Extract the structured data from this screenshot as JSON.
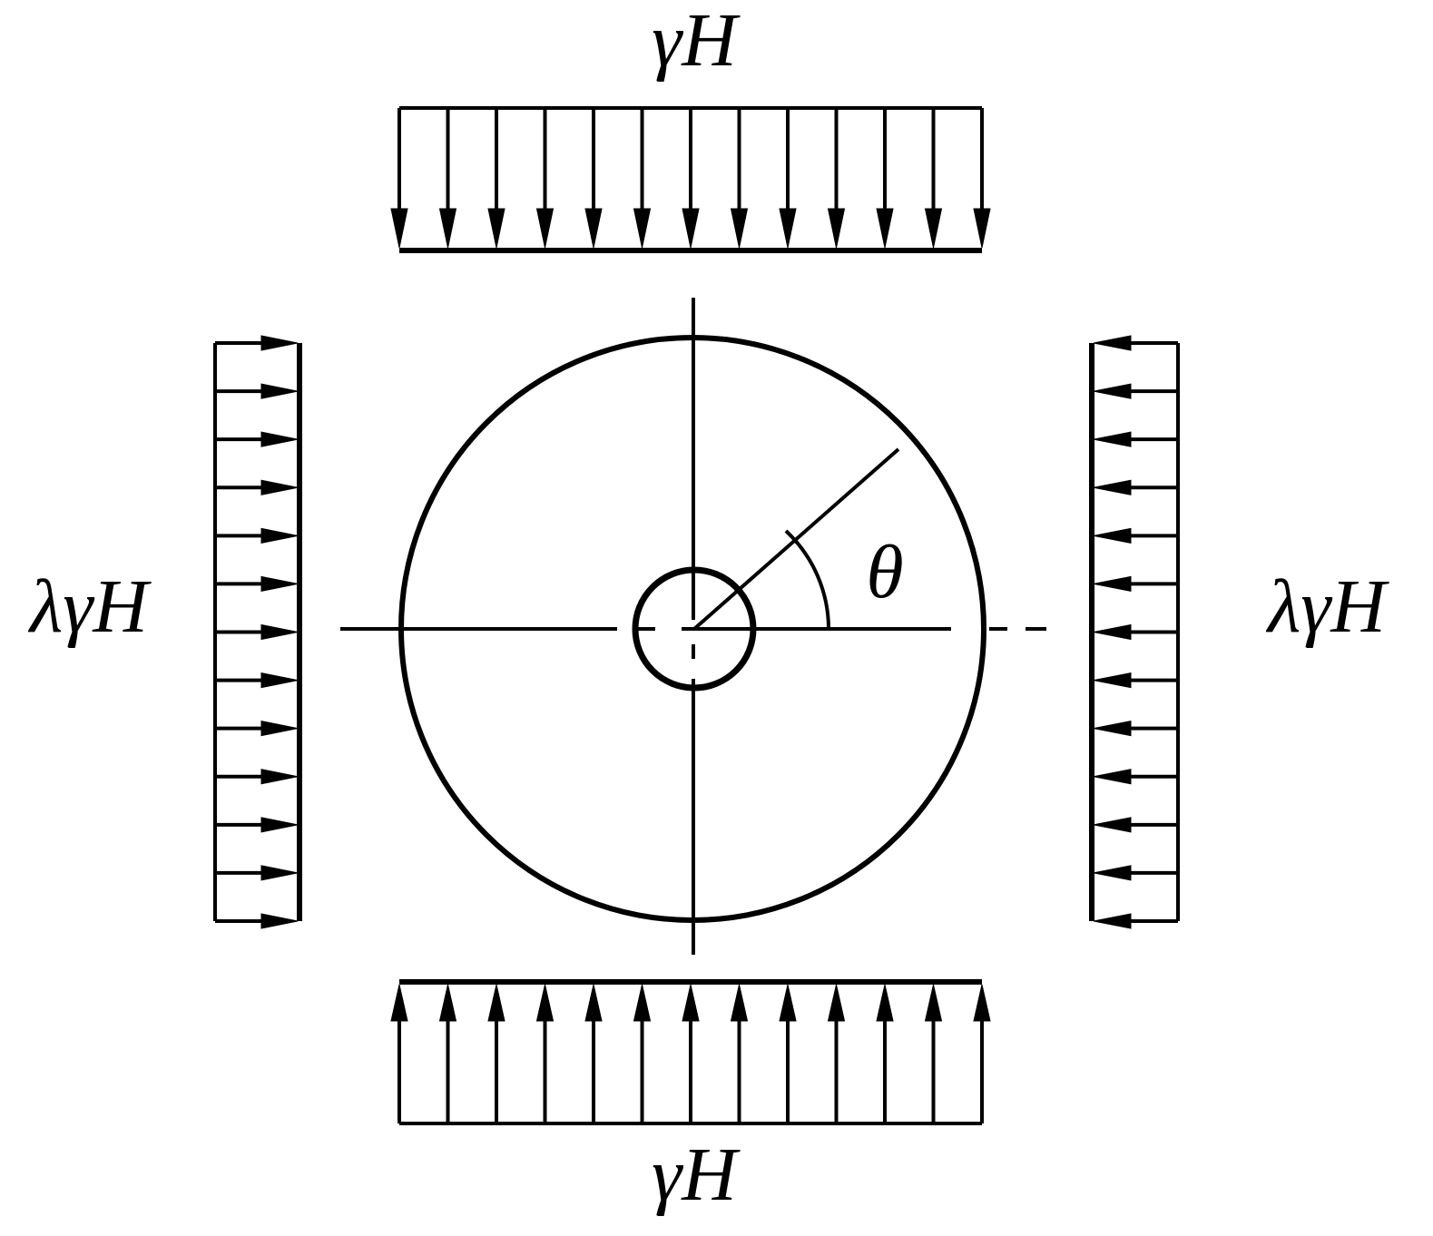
{
  "labels": {
    "top": "γH",
    "bottom": "γH",
    "left": "λγH",
    "right": "λγH",
    "angle": "θ"
  },
  "loads": {
    "top": {
      "direction": "down",
      "arrow_count": 13
    },
    "bottom": {
      "direction": "up",
      "arrow_count": 13
    },
    "left": {
      "direction": "right",
      "arrow_count": 13
    },
    "right": {
      "direction": "left",
      "arrow_count": 13
    }
  },
  "colors": {
    "stroke": "#000000",
    "background": "#ffffff"
  }
}
